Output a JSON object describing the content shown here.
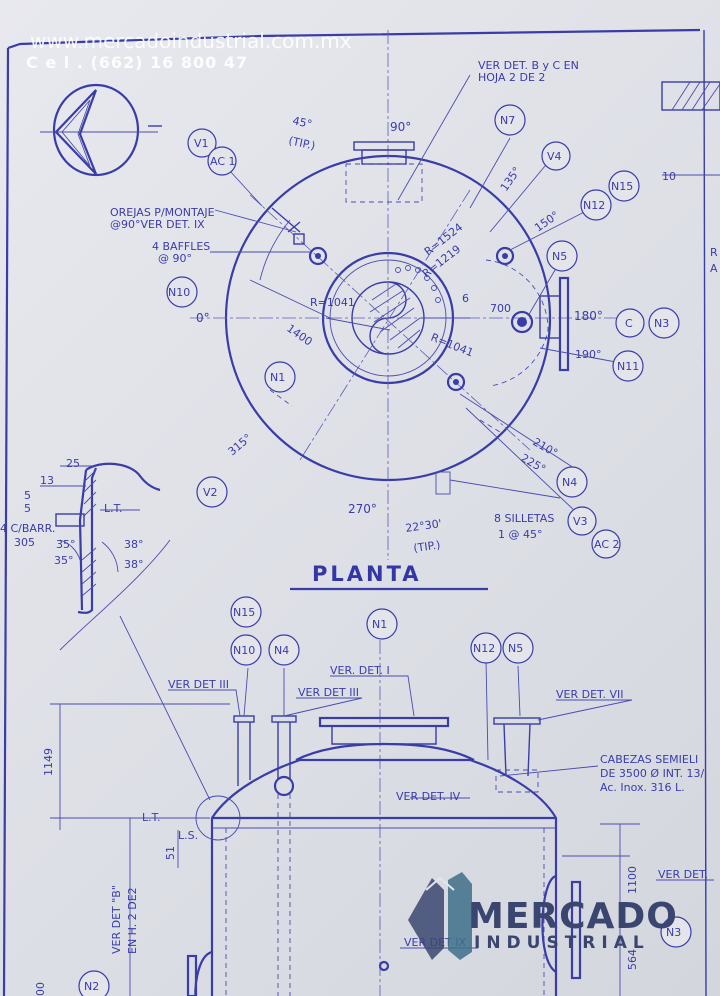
{
  "watermark": {
    "url": "www.mercadoindustrial.com.mx",
    "phone": "C e l .  (662) 16 800 47",
    "logo_line1": "MERCADO",
    "logo_line2": "INDUSTRIAL"
  },
  "title": "PLANTA",
  "angles": {
    "a90": "90°",
    "a0": "0°",
    "a180": "180°",
    "a190": "190°",
    "a270": "270°",
    "a315": "315°",
    "a45": "45°",
    "a45_tip": "(TIP.)",
    "a135": "135°",
    "a150": "150°",
    "a210": "210°",
    "a225": "225°",
    "a2230": "22°30'",
    "a2230_tip": "(TIP.)"
  },
  "notes": {
    "ver_det_byc_1": "VER DET. B y C  EN",
    "ver_det_byc_2": "HOJA  2 DE 2",
    "orejas_1": "OREJAS P/MONTAJE",
    "orejas_2": "@90°VER DET. IX",
    "baffles_1": "4 BAFFLES",
    "baffles_2": "@ 90°",
    "silletas_1": "8 SILLETAS",
    "silletas_2": "1 @ 45°",
    "r1524": "R=1524",
    "r1219": "R=1219",
    "r1041_a": "R=1041",
    "r1041_b": "R=1041",
    "d1400": "1400",
    "d6": "6",
    "d700": "700",
    "d10": "10",
    "det_lt": "L.T.",
    "det_25": "25",
    "det_13": "13",
    "det_5a": "5",
    "det_5b": "5",
    "det_barr": "4 C/BARR.",
    "det_305": "305",
    "det_35a": "35°",
    "det_35b": "35°",
    "det_38a": "38°",
    "det_38b": "38°",
    "ver_det_iii_a": "VER DET III",
    "ver_det_iii_b": "VER DET III",
    "ver_det_i": "VER. DET. I",
    "ver_det_iv": "VER DET. IV",
    "ver_det_vii": "VER DET. VII",
    "ver_det_ix": "VER DET IX",
    "ver_det_right": "VER DET.",
    "cabezas_1": "CABEZAS SEMIELI",
    "cabezas_2": "DE 3500 Ø INT.  13/",
    "cabezas_3": "Ac. Inox. 316 L.",
    "dim_1149": "1149",
    "dim_51": "51",
    "dim_1100": "1100",
    "dim_564": "564",
    "dim_00": "00",
    "elev_lt": "L.T.",
    "elev_ls": "L.S.",
    "ver_det_b_1": "VER DET \"B\"",
    "ver_det_b_2": "EN H. 2 DE2",
    "edge_r": "R",
    "edge_a": "A"
  },
  "bubbles": {
    "v1": "V1",
    "ac1": "AC 1",
    "n7": "N7",
    "v4": "V4",
    "n15": "N15",
    "n12": "N12",
    "n5": "N5",
    "n10": "N10",
    "c": "C",
    "n3": "N3",
    "n11": "N11",
    "n1": "N1",
    "v2": "V2",
    "n4": "N4",
    "v3": "V3",
    "ac2": "AC 2",
    "e_n15": "N15",
    "e_n10": "N10",
    "e_n4": "N4",
    "e_n1": "N1",
    "e_n12": "N12",
    "e_n5": "N5",
    "e_n3": "N3",
    "e_n2": "N2"
  }
}
